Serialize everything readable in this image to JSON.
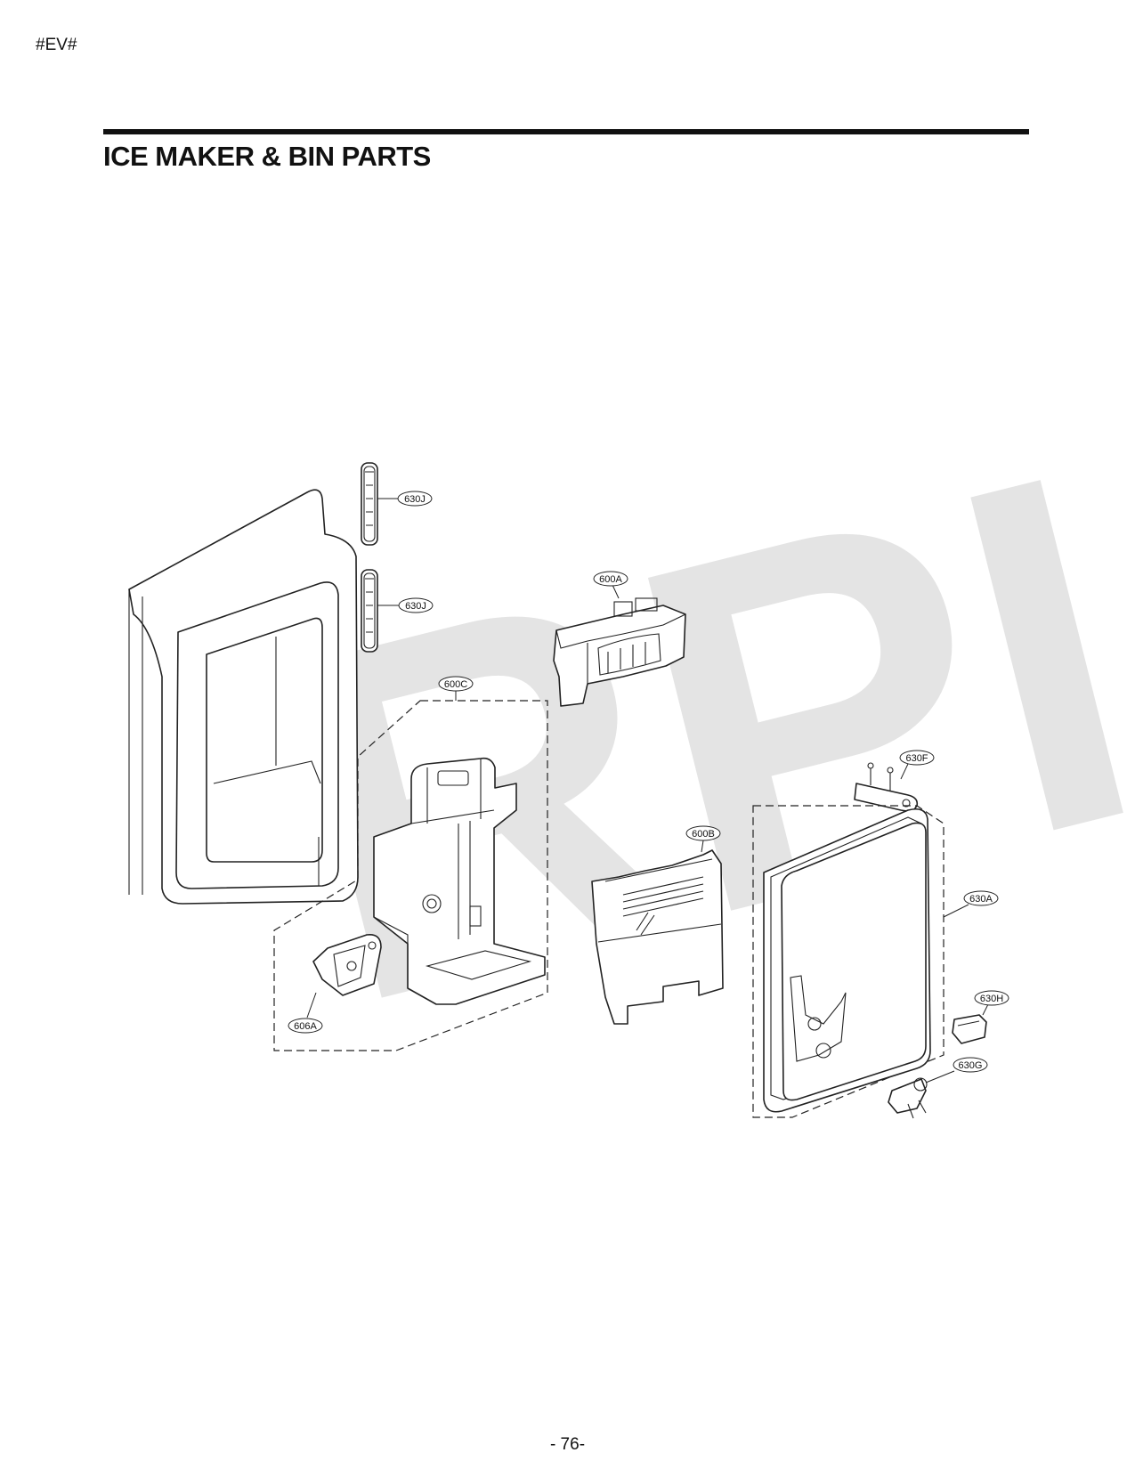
{
  "header": {
    "code": "#EV#",
    "title": "ICE MAKER & BIN PARTS"
  },
  "watermark": "RPI",
  "callouts": {
    "630J_top": "630J",
    "630J_bottom": "630J",
    "600A": "600A",
    "600C": "600C",
    "630F": "630F",
    "600B": "600B",
    "630A": "630A",
    "630H": "630H",
    "630G": "630G",
    "606A": "606A"
  },
  "footer": {
    "page_number": "- 76-"
  }
}
